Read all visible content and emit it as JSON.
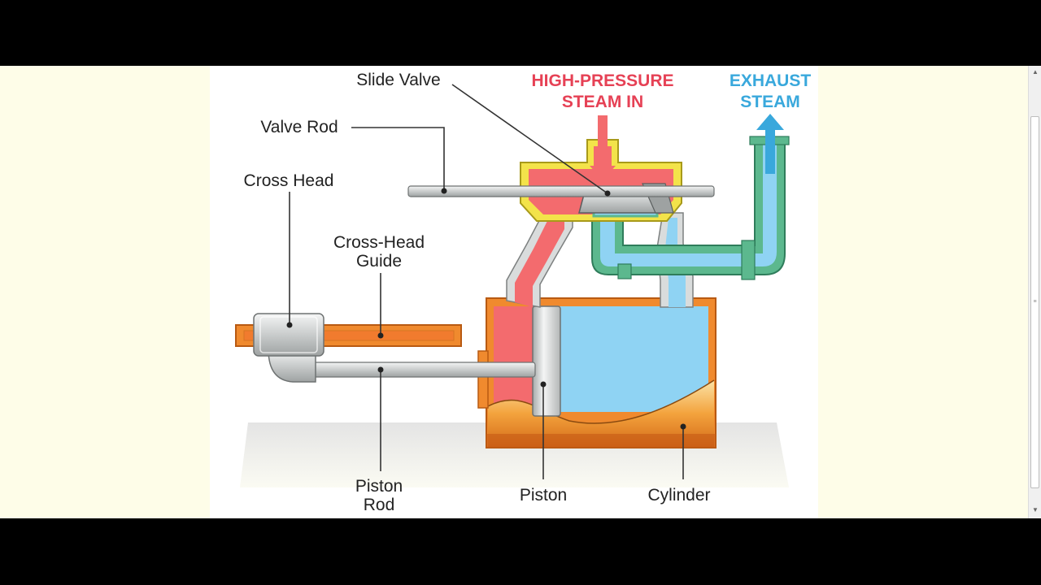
{
  "diagram": {
    "labels": {
      "slide_valve": "Slide Valve",
      "valve_rod": "Valve Rod",
      "cross_head": "Cross Head",
      "cross_head_guide_line1": "Cross-Head",
      "cross_head_guide_line2": "Guide",
      "high_pressure_line1": "HIGH-PRESSURE",
      "high_pressure_line2": "STEAM IN",
      "exhaust_line1": "EXHAUST",
      "exhaust_line2": "STEAM",
      "piston_rod_line1": "Piston",
      "piston_rod_line2": "Rod",
      "piston": "Piston",
      "cylinder": "Cylinder"
    },
    "colors": {
      "high_pressure_steam": "#f36b6e",
      "exhaust_steam": "#8fd3f3",
      "cylinder_body": "#f08a2e",
      "valve_chest_trim": "#f3e34a",
      "exhaust_pipe": "#5cb88e",
      "metal": "#d9dcdc",
      "high_pressure_label": "#e64155",
      "exhaust_label": "#39a8dc"
    },
    "icons": {
      "steam_in_arrow": "arrow-down-icon",
      "exhaust_arrow": "arrow-up-icon"
    }
  }
}
